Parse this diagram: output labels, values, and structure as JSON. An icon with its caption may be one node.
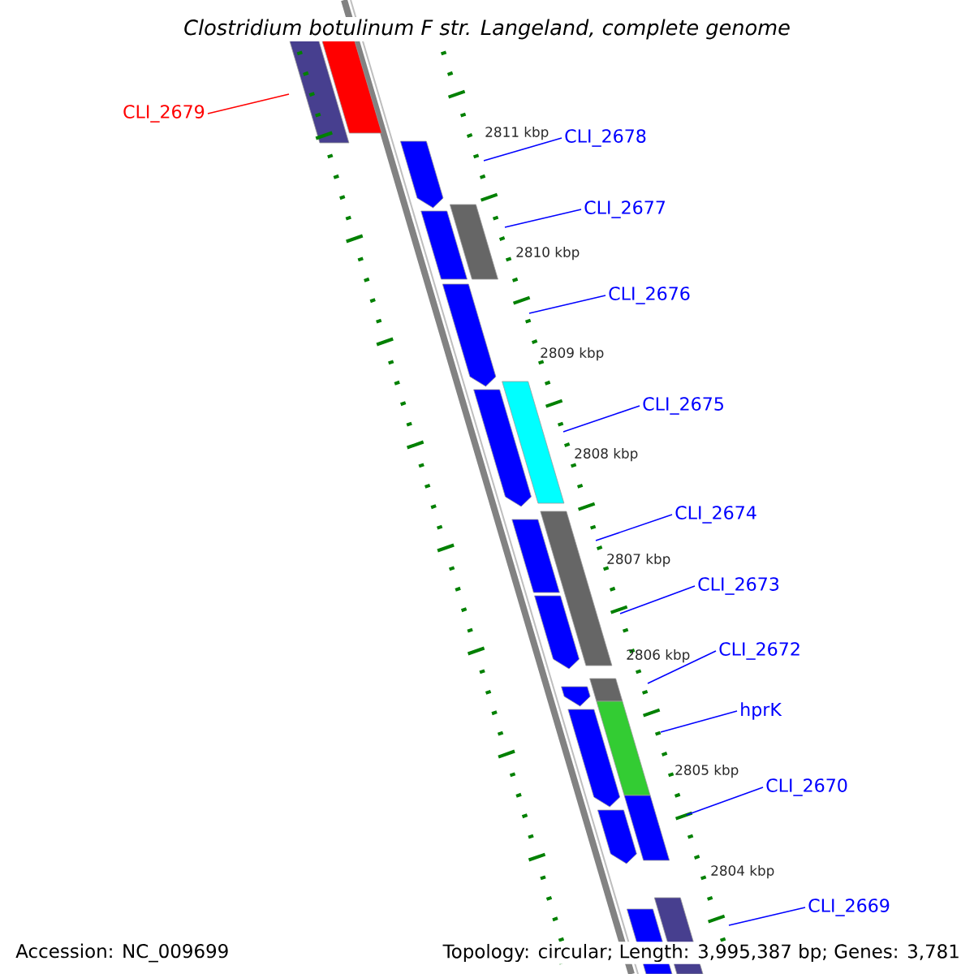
{
  "diagram": {
    "title": "Clostridium botulinum F str. Langeland, complete genome",
    "nodes": [
      {
        "text": [
          "CLI_2679"
        ]
      },
      {
        "text": [
          "CLI_2678"
        ]
      },
      {
        "text": [
          "CLI_2677"
        ]
      },
      {
        "text": [
          "CLI_2676"
        ]
      },
      {
        "text": [
          "CLI_2675"
        ]
      },
      {
        "text": [
          "CLI_2674"
        ]
      },
      {
        "text": [
          "CLI_2673"
        ]
      },
      {
        "text": [
          "CLI_2672"
        ]
      },
      {
        "text": [
          "hprK"
        ]
      },
      {
        "text": [
          "CLI_2670"
        ]
      },
      {
        "text": [
          "CLI_2669"
        ]
      }
    ],
    "edges": [
      {
        "from": 0,
        "to": null,
        "arrow": "none",
        "color": "#ff0000"
      },
      {
        "from": 1,
        "to": null,
        "arrow": "none"
      },
      {
        "from": 2,
        "to": null,
        "arrow": "none"
      },
      {
        "from": 3,
        "to": null,
        "arrow": "none"
      },
      {
        "from": 4,
        "to": null,
        "arrow": "none"
      },
      {
        "from": 5,
        "to": null,
        "arrow": "none"
      },
      {
        "from": 6,
        "to": null,
        "arrow": "none"
      },
      {
        "from": 7,
        "to": null,
        "arrow": "none"
      },
      {
        "from": 8,
        "to": null,
        "arrow": "none"
      },
      {
        "from": 9,
        "to": null,
        "arrow": "none"
      },
      {
        "from": 10,
        "to": null,
        "arrow": "none"
      }
    ],
    "labels": [
      "2811 kbp",
      "2810 kbp",
      "2809 kbp",
      "2808 kbp",
      "2807 kbp",
      "2806 kbp",
      "2805 kbp",
      "2804 kbp",
      "Accession: NC_009699",
      "Topology: circular; Length: 3,995,387 bp; Genes: 3,781"
    ]
  }
}
